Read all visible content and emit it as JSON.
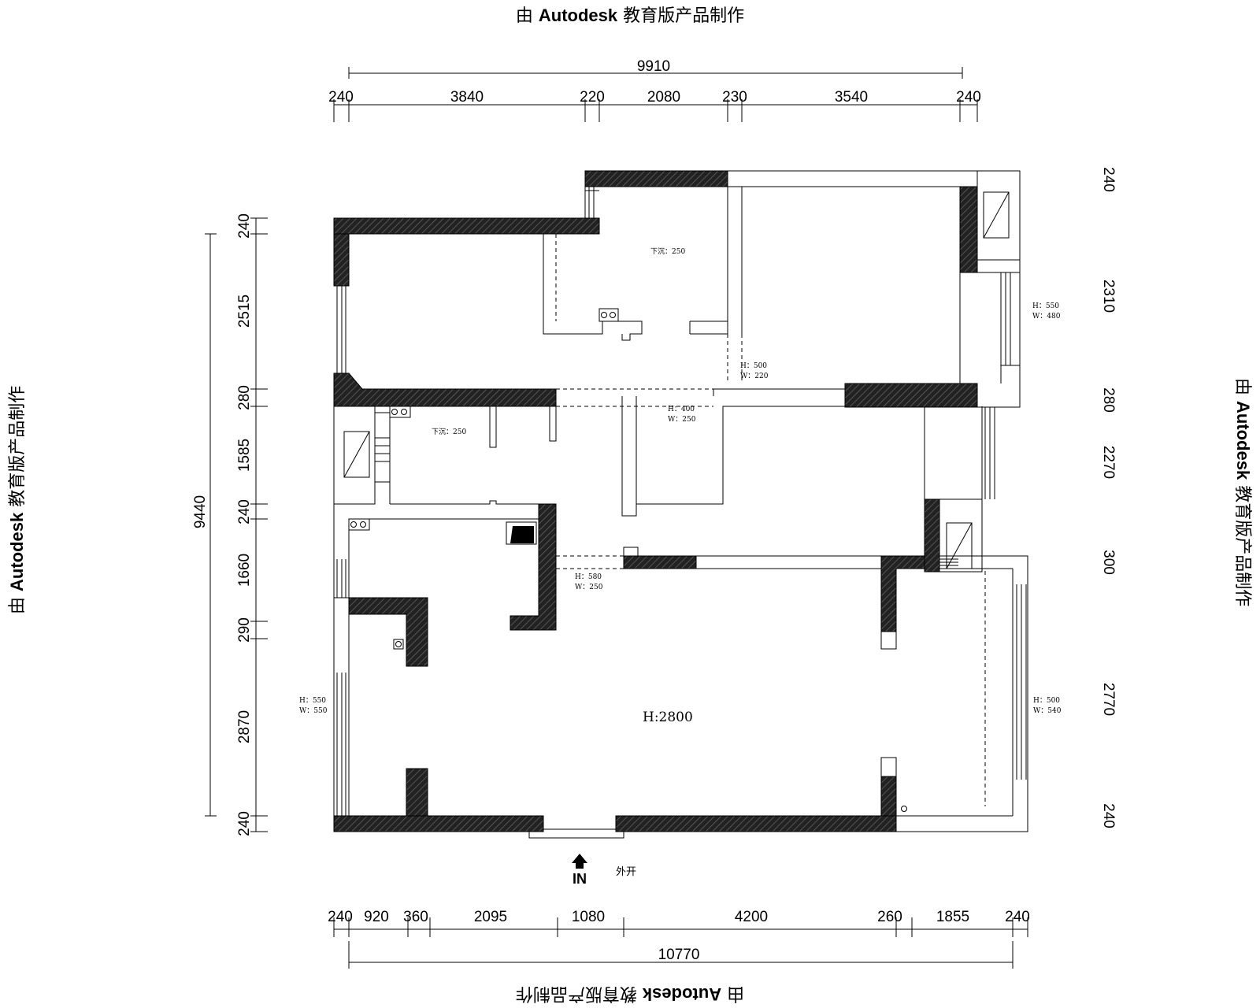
{
  "watermark": {
    "prefix": "由",
    "brand": "Autodesk",
    "suffix": "教育版产品制作"
  },
  "dims": {
    "top_total": "9910",
    "top_segments": [
      "240",
      "3840",
      "220",
      "2080",
      "230",
      "3540",
      "240"
    ],
    "bottom_total": "10770",
    "bottom_segments": [
      "240",
      "920",
      "360",
      "2095",
      "1080",
      "4200",
      "260",
      "1855",
      "240"
    ],
    "left_total": "9440",
    "left_segments": [
      "240",
      "2515",
      "280",
      "1585",
      "240",
      "1660",
      "290",
      "2870",
      "240"
    ],
    "right_segments": [
      "240",
      "2310",
      "280",
      "2270",
      "300",
      "2770",
      "240"
    ]
  },
  "notes": {
    "kitchen_top": "下沉：250",
    "bath_left": "下沉：250",
    "window_br_top": "H：550",
    "window_br_bot": "W：480",
    "door_mid_h": "H：500",
    "door_mid_w": "W：220",
    "door_corr_h": "H：400",
    "door_corr_w": "W：250",
    "door_lv_h": "H：580",
    "door_lv_w": "W：250",
    "win_left_h": "H：550",
    "win_left_w": "W：550",
    "win_right_h": "H：500",
    "win_right_w": "W：540",
    "ceiling_height": "H:2800"
  },
  "entrance": {
    "label": "IN",
    "door_note": "外开"
  }
}
